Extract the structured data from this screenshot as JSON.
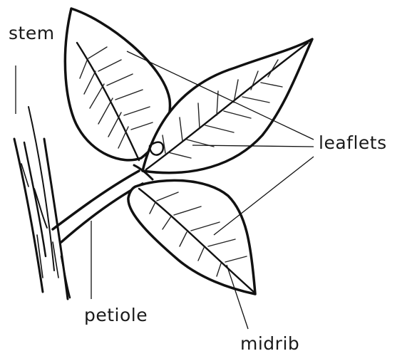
{
  "labels": {
    "stem": "stem",
    "leaflets": "leaflets",
    "petiole": "petiole",
    "midrib": "midrib"
  },
  "colors": {
    "ink": "#111111",
    "background": "#ffffff"
  }
}
